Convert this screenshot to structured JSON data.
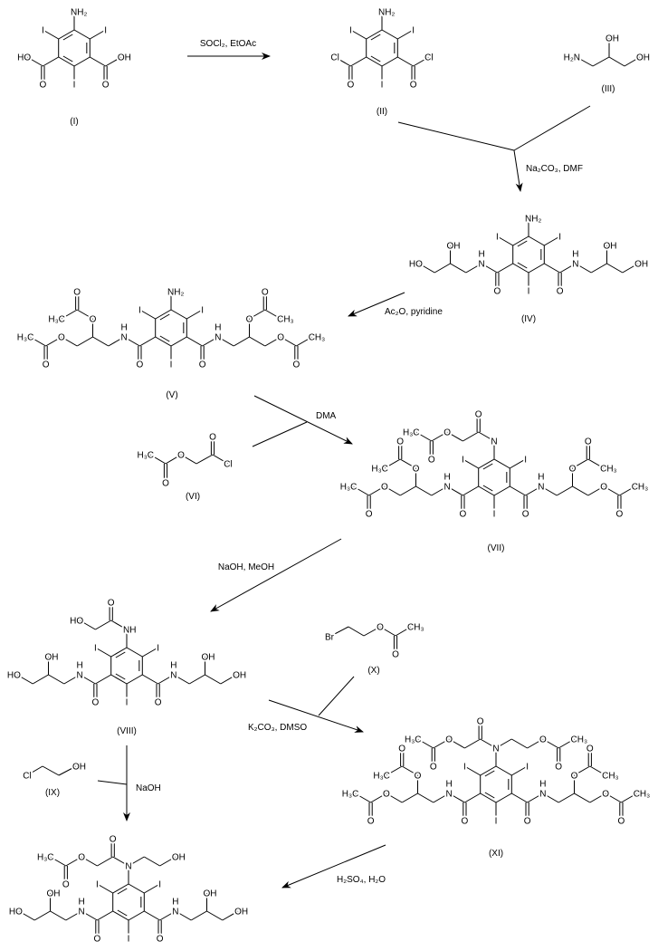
{
  "title": "Synthesis scheme",
  "compounds": {
    "I": "(I)",
    "II": "(II)",
    "III": "(III)",
    "IV": "(IV)",
    "V": "(V)",
    "VI": "(VI)",
    "VII": "(VII)",
    "VIII": "(VIII)",
    "IX": "(IX)",
    "X": "(X)",
    "XI": "(XI)"
  },
  "reagents": {
    "step1": "SOCl₂, EtOAc",
    "step2": "Na₂CO₃, DMF",
    "step3": "Ac₂O, pyridine",
    "step4": "DMA",
    "step5": "NaOH, MeOH",
    "step6": "K₂CO₃, DMSO",
    "step7": "NaOH",
    "step8": "H₂SO₄, H₂O"
  },
  "atom_labels": {
    "I": "I",
    "NH2": "NH₂",
    "H2N": "H₂N",
    "OH": "OH",
    "HO": "HO",
    "O": "O",
    "Cl": "Cl",
    "CH3": "CH₃",
    "H3C": "H₃C",
    "N": "N",
    "NH": "NH",
    "H": "H",
    "Br": "Br"
  }
}
